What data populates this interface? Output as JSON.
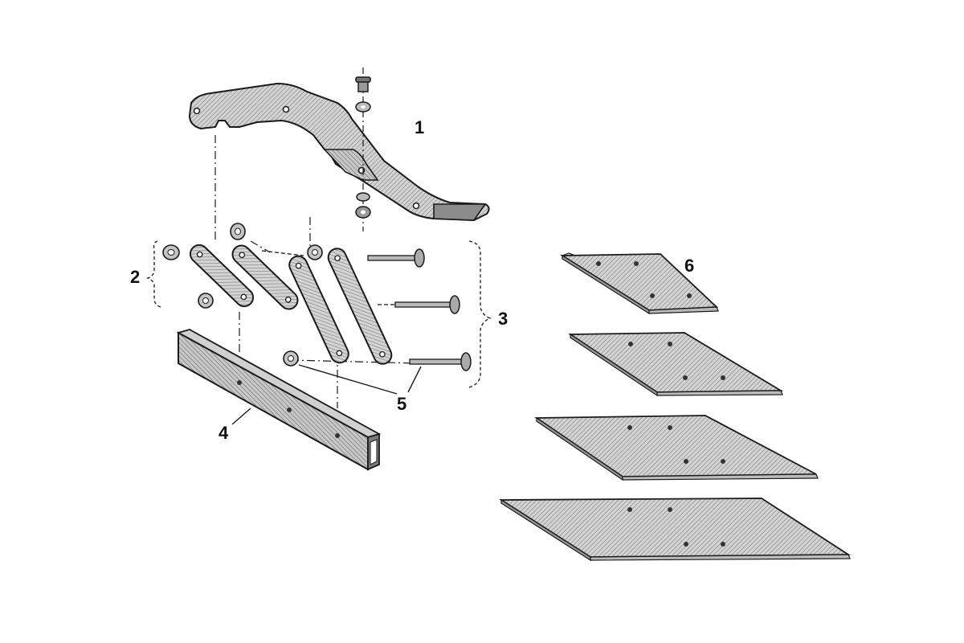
{
  "diagram": {
    "type": "exploded-parts-drawing",
    "callouts": [
      {
        "id": "1",
        "text": "1"
      },
      {
        "id": "2",
        "text": "2"
      },
      {
        "id": "3",
        "text": "3"
      },
      {
        "id": "4",
        "text": "4"
      },
      {
        "id": "5",
        "text": "5"
      },
      {
        "id": "6",
        "text": "6"
      }
    ]
  },
  "colors": {
    "line": "#1a1a1a",
    "fill": "#b9b9b9",
    "fill_dark": "#8c8c8c",
    "background": "#ffffff"
  }
}
